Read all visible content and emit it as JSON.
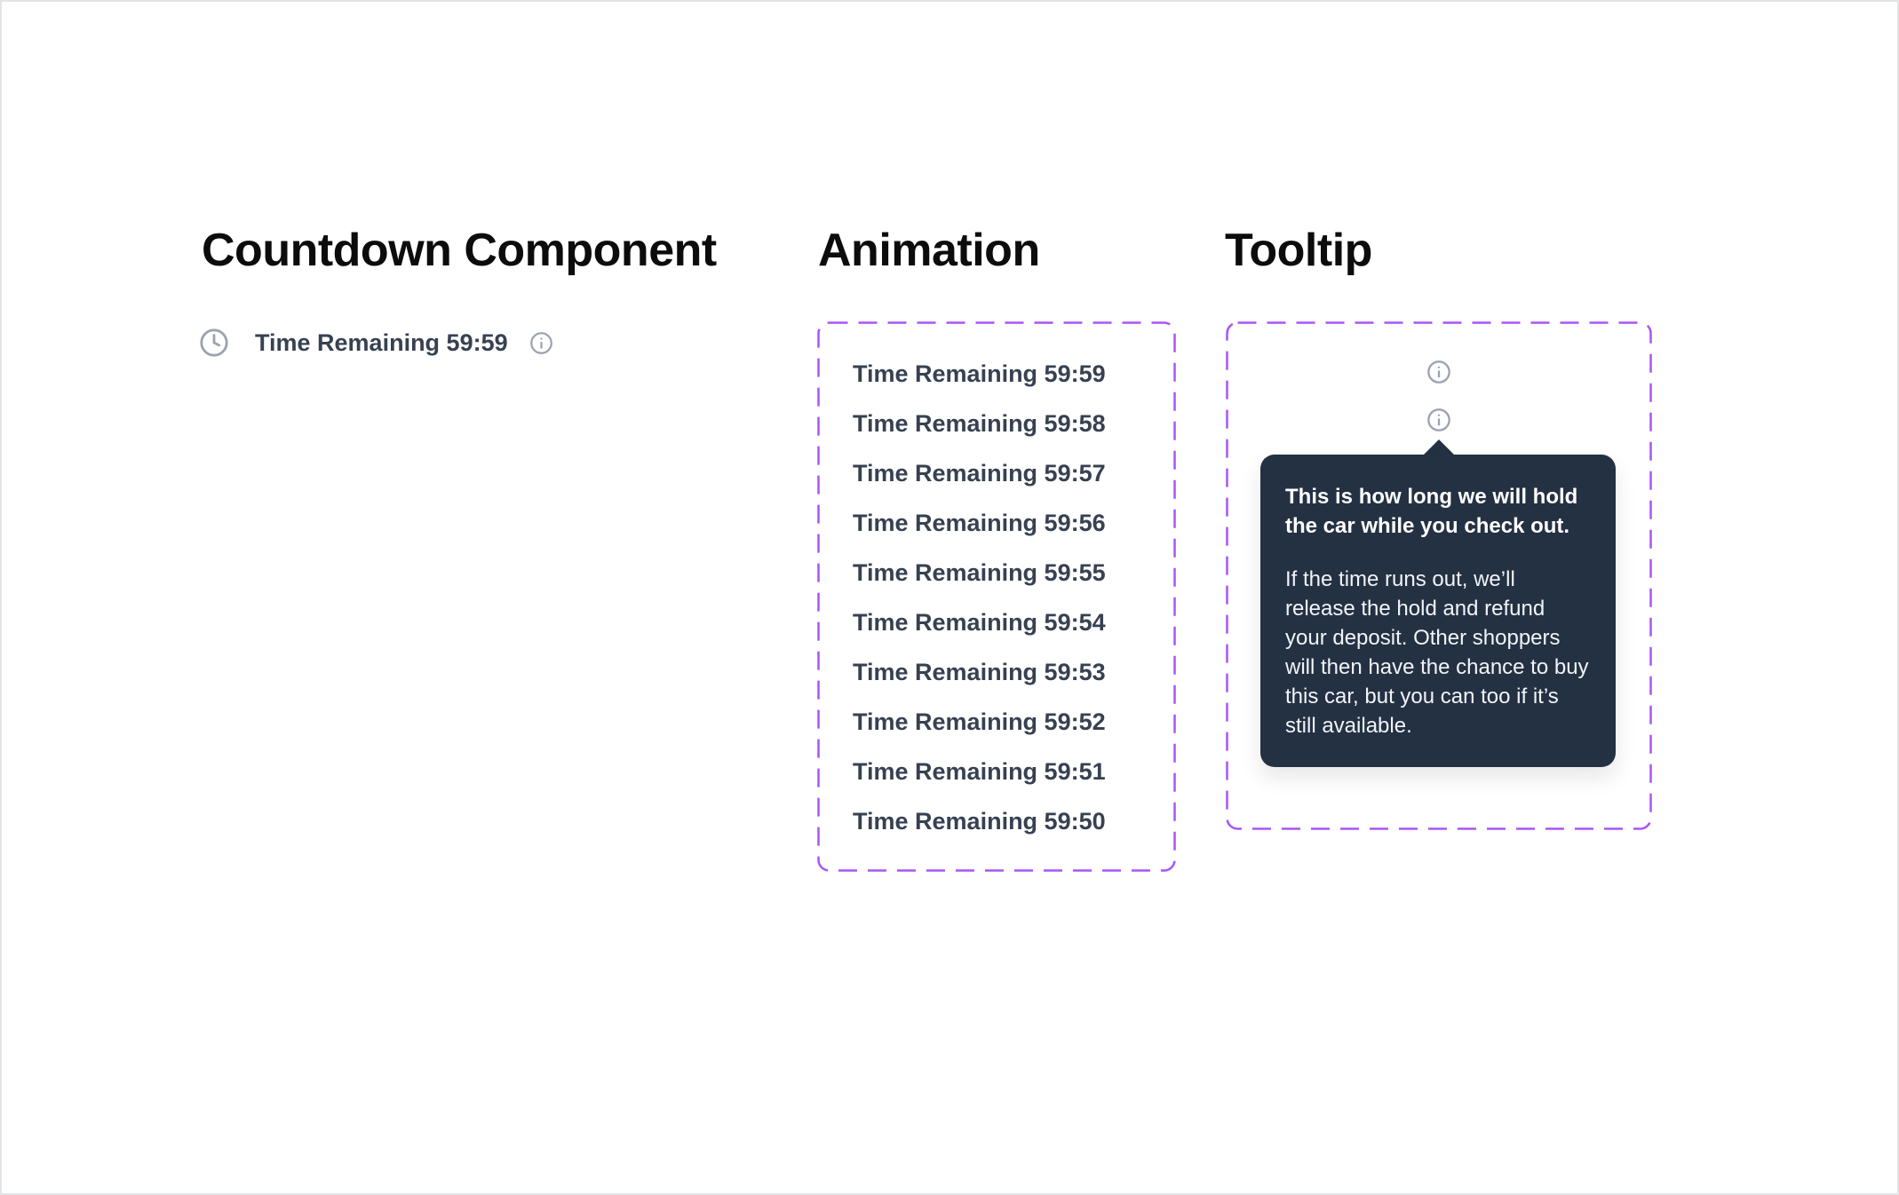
{
  "colors": {
    "accent_purple": "#a855f7",
    "tooltip_bg": "#243143",
    "text_dark": "#374151",
    "heading_color": "#0c0c0d",
    "icon_gray": "#9ca3af",
    "tooltip_text": "#f1f4f8",
    "page_border": "#e3e4e6",
    "page_bg": "#ffffff"
  },
  "icons": {
    "clock": "clock-icon",
    "info": "info-icon"
  },
  "countdown": {
    "heading": "Countdown Component",
    "label": "Time Remaining 59:59"
  },
  "animation": {
    "heading": "Animation",
    "items": [
      "Time Remaining 59:59",
      "Time Remaining 59:58",
      "Time Remaining 59:57",
      "Time Remaining 59:56",
      "Time Remaining 59:55",
      "Time Remaining 59:54",
      "Time Remaining 59:53",
      "Time Remaining 59:52",
      "Time Remaining 59:51",
      "Time Remaining 59:50"
    ]
  },
  "tooltip": {
    "heading": "Tooltip",
    "title": "This is how long we will hold the car while you check out.",
    "body": "If the time runs out, we’ll release the hold and refund your deposit. Other shoppers will then have the chance to buy this car, but you can too if it’s still available."
  }
}
